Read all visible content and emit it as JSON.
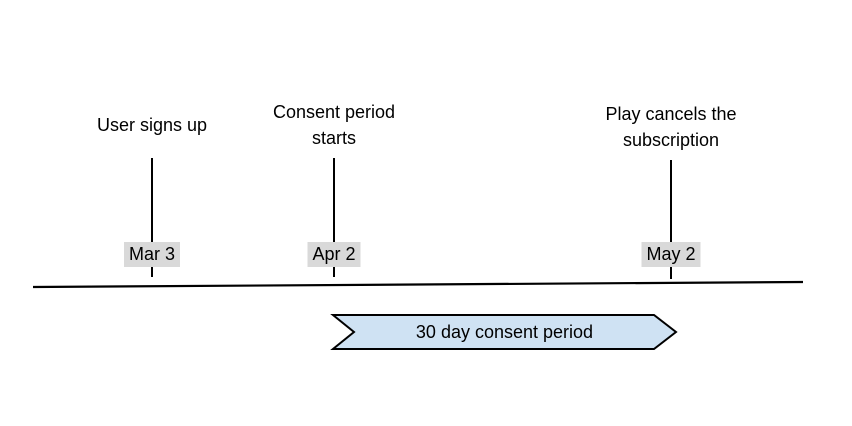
{
  "diagram": {
    "type": "timeline",
    "events": [
      {
        "label": "User signs up",
        "date": "Mar 3"
      },
      {
        "label": "Consent period starts",
        "date": "Apr 2"
      },
      {
        "label": "Play cancels the subscription",
        "date": "May 2"
      }
    ],
    "banner": {
      "label": "30 day consent period",
      "spans_from": "Apr 2",
      "spans_to": "May 2"
    },
    "colors": {
      "background": "#ffffff",
      "text": "#000000",
      "line": "#000000",
      "date_bg": "#d9d9d9",
      "banner_fill": "#cfe2f3",
      "banner_stroke": "#000000"
    }
  }
}
